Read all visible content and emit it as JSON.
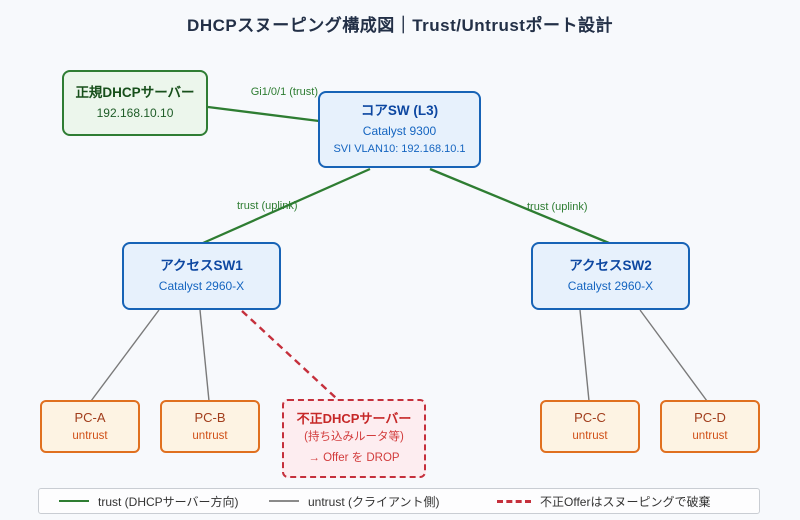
{
  "title": "DHCPスヌーピング構成図｜Trust/Untrustポート設計",
  "nodes": {
    "dhcp_server": {
      "title": "正規DHCPサーバー",
      "subtitle": "192.168.10.10"
    },
    "core_sw": {
      "title": "コアSW (L3)",
      "subtitle": "Catalyst 9300",
      "detail": "SVI VLAN10: 192.168.10.1"
    },
    "access_sw1": {
      "title": "アクセスSW1",
      "subtitle": "Catalyst 2960-X"
    },
    "access_sw2": {
      "title": "アクセスSW2",
      "subtitle": "Catalyst 2960-X"
    },
    "pc_a": {
      "title": "PC-A",
      "subtitle": "untrust"
    },
    "pc_b": {
      "title": "PC-B",
      "subtitle": "untrust"
    },
    "pc_c": {
      "title": "PC-C",
      "subtitle": "untrust"
    },
    "pc_d": {
      "title": "PC-D",
      "subtitle": "untrust"
    },
    "rogue_dhcp": {
      "title": "不正DHCPサーバー",
      "subtitle": "(持ち込みルータ等)",
      "detail": "→ Offer を DROP"
    }
  },
  "edge_labels": {
    "gi_trust": "Gi1/0/1 (trust)",
    "trust_uplink_left": "trust (uplink)",
    "trust_uplink_right": "trust (uplink)"
  },
  "legend": {
    "trust": "trust (DHCPサーバー方向)",
    "untrust": "untrust (クライアント側)",
    "drop": "不正Offerはスヌーピングで破棄"
  },
  "colors": {
    "trust_line": "#2e7d32",
    "untrust_line": "#7a7a7a",
    "drop_line": "#c5303c",
    "blue_border": "#1763b6",
    "green_border": "#2f7d33",
    "orange_border": "#e0701f"
  }
}
